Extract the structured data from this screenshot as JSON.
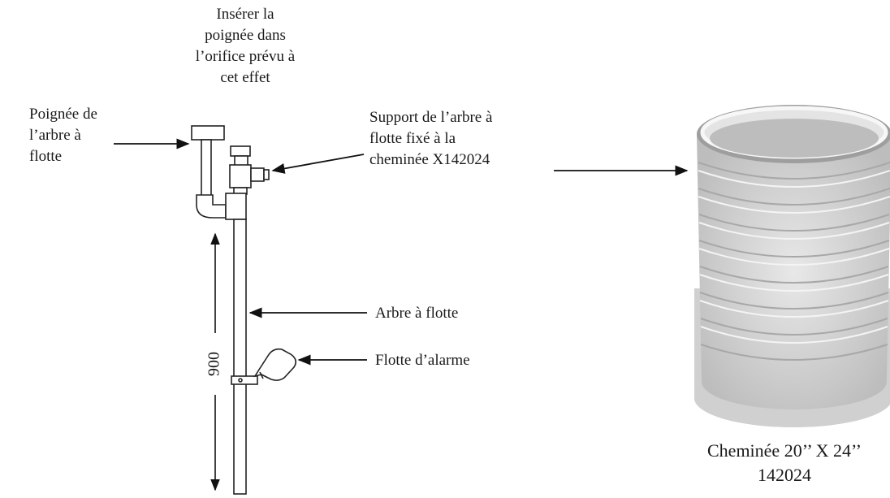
{
  "labels": {
    "insert_handle": [
      "Insérer la",
      "poignée dans",
      "l’orifice prévu à",
      "cet effet"
    ],
    "float_tree_handle": [
      "Poignée de",
      "l’arbre à",
      "flotte"
    ],
    "support": [
      "Support de l’arbre à",
      "flotte fixé à la",
      "cheminée X142024"
    ],
    "float_tree": "Arbre à flotte",
    "alarm_float": "Flotte d’alarme",
    "dimension": "900",
    "chimney_name": "Cheminée 20’’ X 24’’",
    "chimney_code": "142024"
  }
}
